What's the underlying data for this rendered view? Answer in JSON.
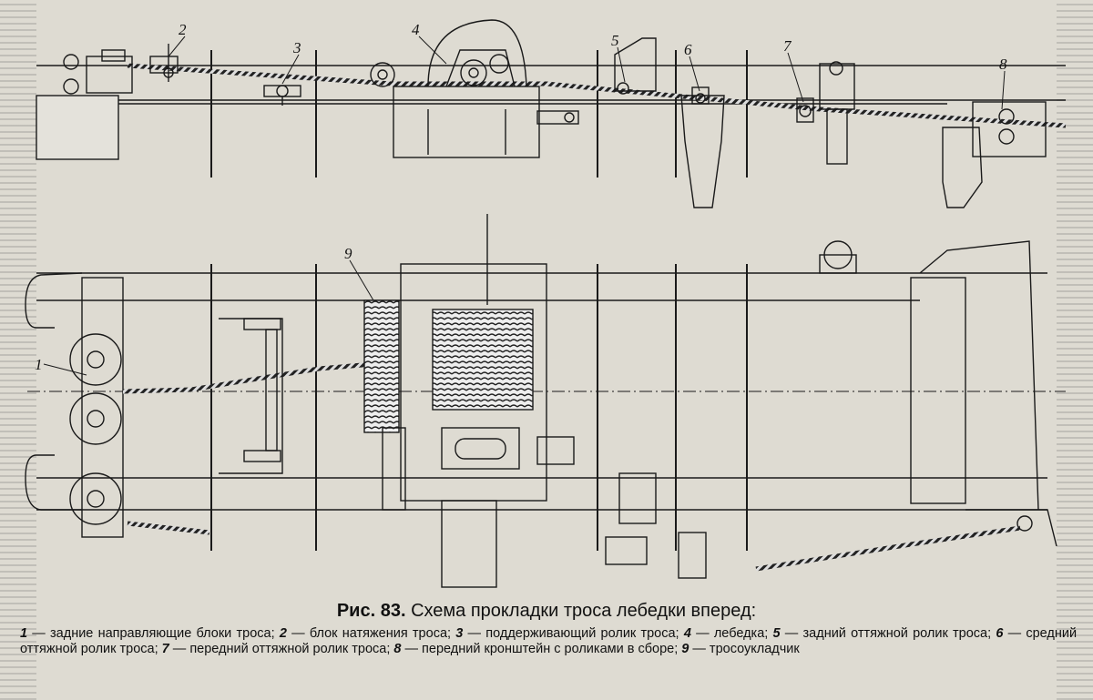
{
  "figure": {
    "number": "Рис. 83.",
    "title": "Схема прокладки троса лебедки вперед:"
  },
  "callouts": [
    "1",
    "2",
    "3",
    "4",
    "5",
    "6",
    "7",
    "8",
    "9"
  ],
  "legend": [
    {
      "num": "1",
      "text": "задние направляющие блоки троса;"
    },
    {
      "num": "2",
      "text": "блок натяжения троса;"
    },
    {
      "num": "3",
      "text": "поддерживающий ролик троса;"
    },
    {
      "num": "4",
      "text": "лебедка;"
    },
    {
      "num": "5",
      "text": "задний оттяжной ролик троса;"
    },
    {
      "num": "6",
      "text": "средний оттяжной ролик троса;"
    },
    {
      "num": "7",
      "text": "передний оттяжной ролик троса;"
    },
    {
      "num": "8",
      "text": "передний кронштейн с роликами в сборе;"
    },
    {
      "num": "9",
      "text": "тросоукладчик"
    }
  ],
  "colors": {
    "paper": "#dedbd2",
    "ink": "#1a1a1a"
  }
}
